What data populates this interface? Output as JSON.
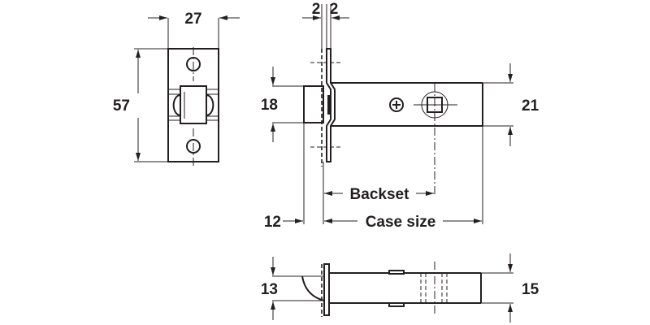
{
  "drawing": {
    "subject": "Tubular latch dimension drawing",
    "stroke_color": "#231f20",
    "background": "#ffffff"
  },
  "front_view": {
    "width_label": "27",
    "height_label": "57"
  },
  "side_view": {
    "forend_left_label": "2",
    "forend_right_label": "2",
    "bolt_height_label": "18",
    "case_height_label": "21",
    "bolt_projection_label": "12",
    "backset_label": "Backset",
    "case_size_label": "Case size"
  },
  "top_view": {
    "bolt_height_label": "13",
    "case_height_label": "15"
  }
}
